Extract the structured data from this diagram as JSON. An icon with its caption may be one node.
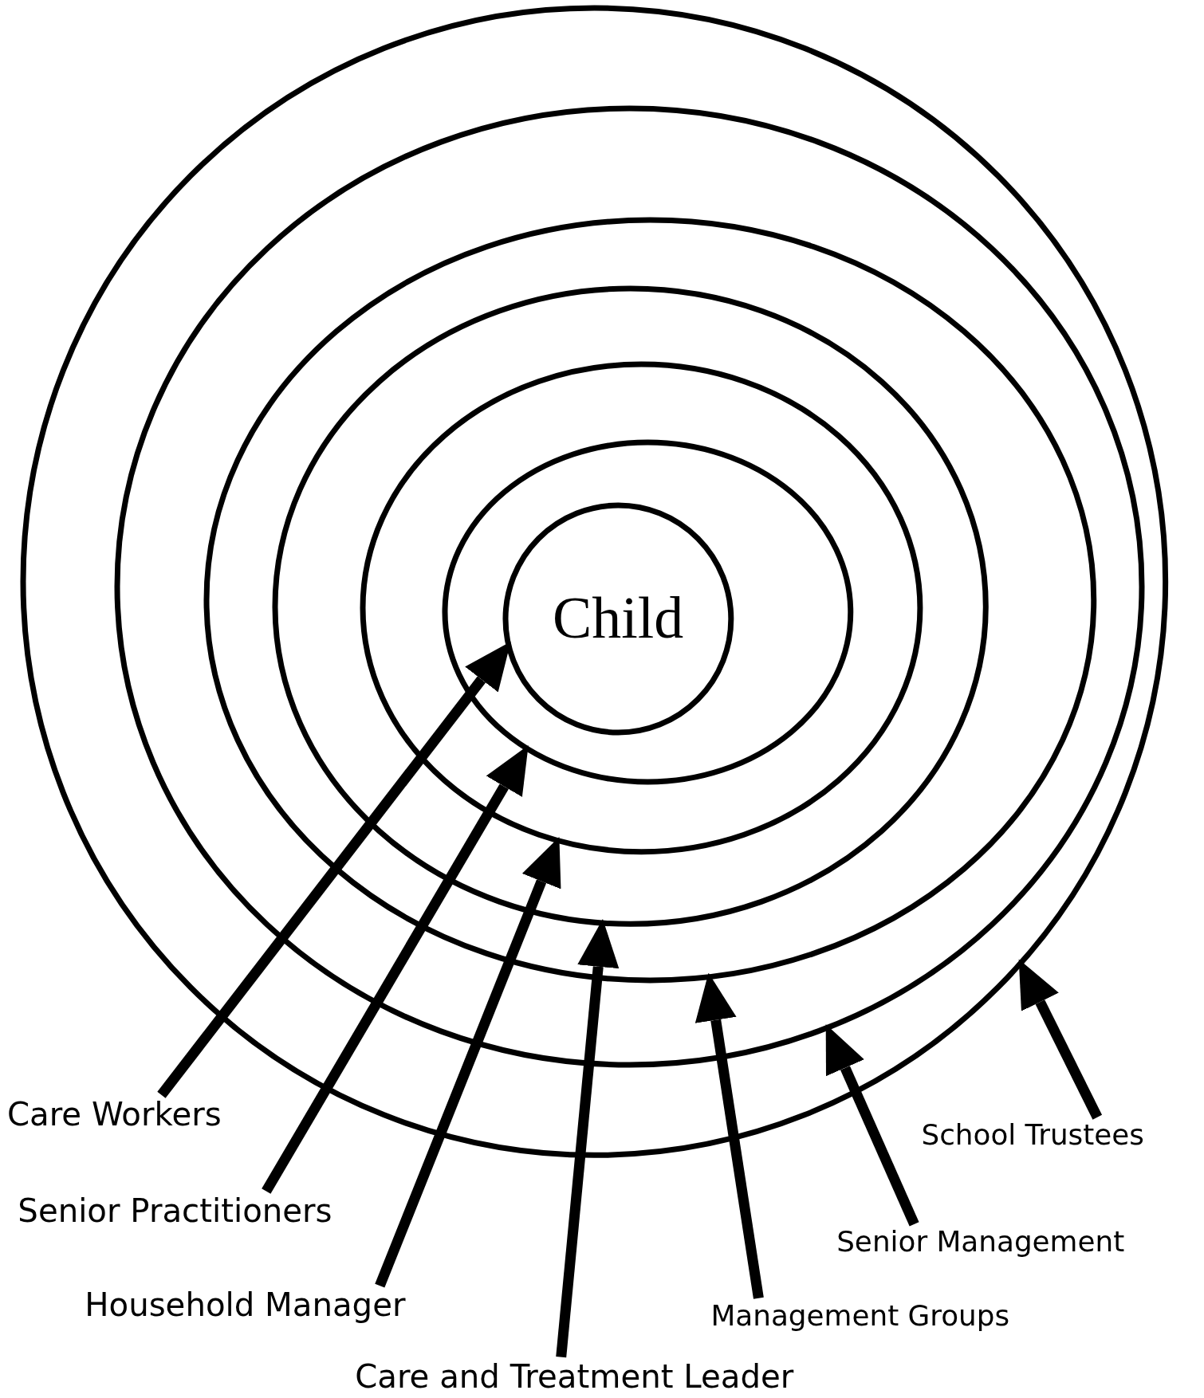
{
  "diagram": {
    "nodes": [
      {
        "text": [],
        "shape": "circle"
      },
      {
        "text": [],
        "shape": "circle",
        "in": 0
      },
      {
        "text": [],
        "shape": "circle",
        "in": 1
      },
      {
        "text": [],
        "shape": "circle",
        "in": 2
      },
      {
        "text": [],
        "shape": "circle",
        "in": 3
      },
      {
        "text": [],
        "shape": "circle",
        "in": 4
      },
      {
        "text": [
          "Child"
        ],
        "in": 5
      },
      {
        "text": [
          "Care Workers"
        ]
      },
      {
        "text": [
          "Senior Practitioners"
        ]
      },
      {
        "text": [
          "Household Manager"
        ]
      },
      {
        "text": [
          "Care and Treatment Leader"
        ]
      },
      {
        "text": [
          "Management Groups"
        ]
      },
      {
        "text": [
          "Senior Management"
        ]
      },
      {
        "text": [
          "School Trustees"
        ]
      }
    ],
    "edges": [
      {
        "from": 7,
        "to": 6,
        "arrow": "to"
      },
      {
        "from": 8,
        "to": 5,
        "arrow": "to"
      },
      {
        "from": 9,
        "to": 4,
        "arrow": "to"
      },
      {
        "from": 10,
        "to": 3,
        "arrow": "to"
      },
      {
        "from": 11,
        "to": 2,
        "arrow": "to"
      },
      {
        "from": 12,
        "to": 1,
        "arrow": "to"
      },
      {
        "from": 13,
        "to": 0,
        "arrow": "to"
      }
    ]
  }
}
